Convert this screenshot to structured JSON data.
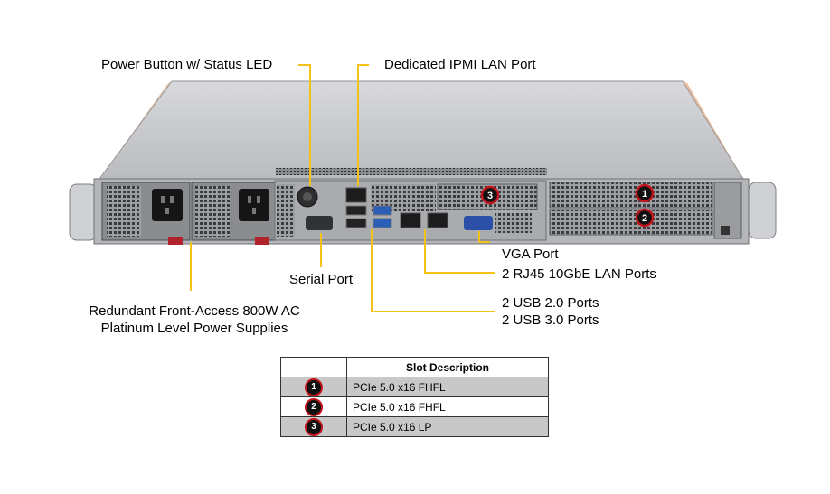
{
  "callouts": {
    "power_button": "Power Button w/ Status LED",
    "ipmi": "Dedicated IPMI  LAN Port",
    "serial": "Serial Port",
    "psu_line1": "Redundant  Front-Access  800W AC",
    "psu_line2": "Platinum  Level  Power  Supplies",
    "vga": "VGA Port",
    "lan": "2 RJ45  10GbE LAN Ports",
    "usb_line1": "2 USB 2.0 Ports",
    "usb_line2": "2 USB 3.0 Ports"
  },
  "slot_badges": [
    "1",
    "2",
    "3"
  ],
  "slot_table": {
    "header": "Slot Description",
    "rows": [
      {
        "num": "1",
        "desc": "PCIe 5.0 x16 FHFL"
      },
      {
        "num": "2",
        "desc": "PCIe 5.0 x16 FHFL"
      },
      {
        "num": "3",
        "desc": "PCIe 5.0 x16 LP"
      }
    ]
  },
  "colors": {
    "leader": "#f2c21b",
    "badge_ring": "#c0161b",
    "chassis": "#c9cbcf",
    "table_shade": "#c8c8c8"
  }
}
